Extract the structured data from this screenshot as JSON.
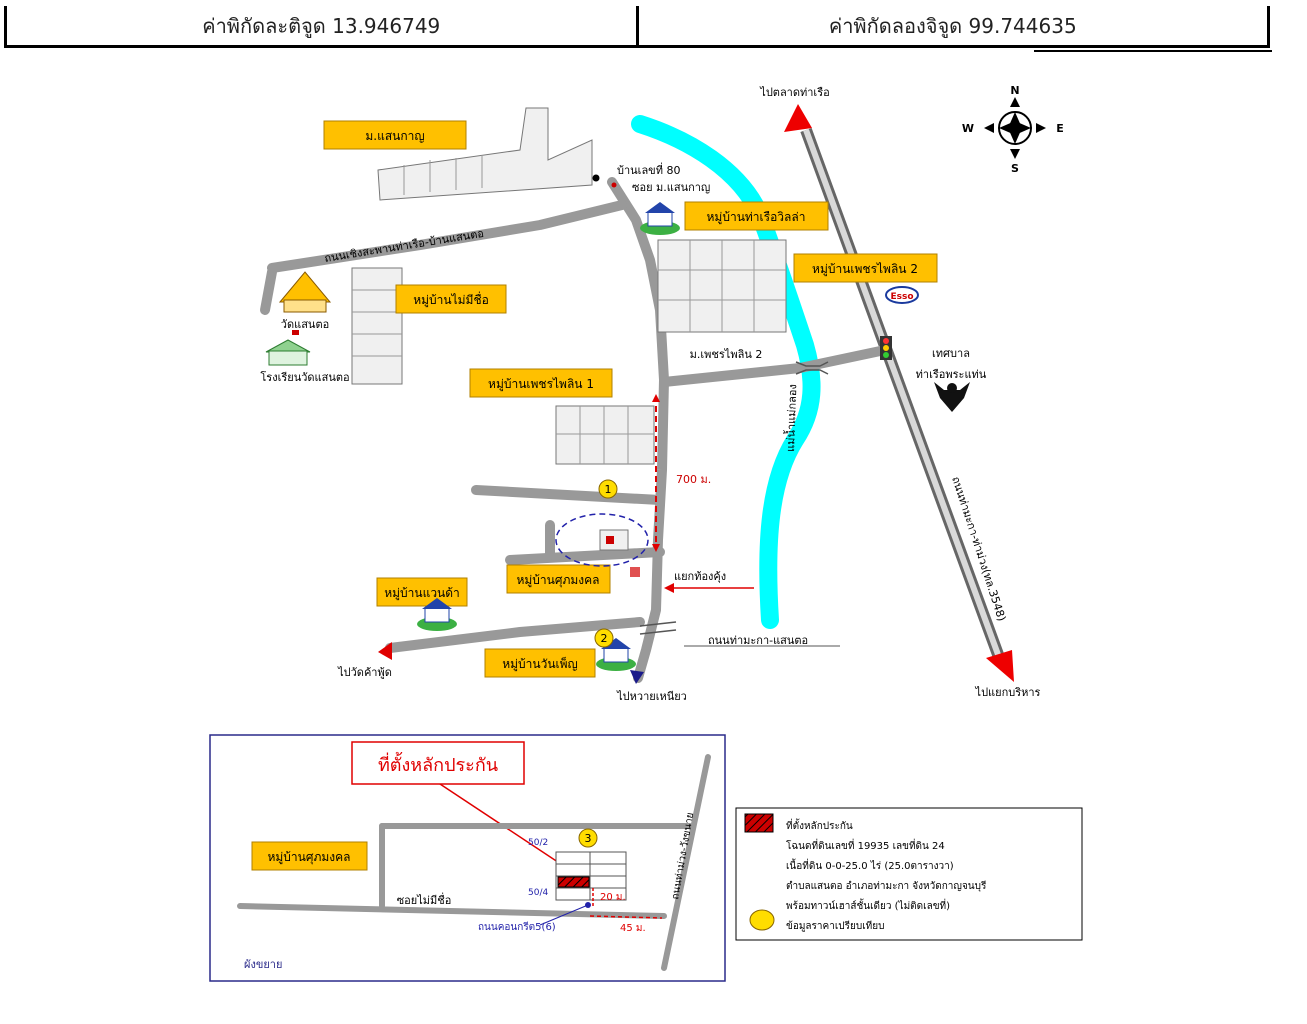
{
  "header": {
    "latitude_label": "ค่าพิกัดละติจูด 13.946749",
    "longitude_label": "ค่าพิกัดลองจิจูด 99.744635"
  },
  "compass": {
    "n": "N",
    "s": "S",
    "e": "E",
    "w": "W"
  },
  "map": {
    "places": {
      "mu_saenkanya": "ม.แสนกาญ",
      "mu_tharuevilla": "หมู่บ้านท่าเรือวิลล่า",
      "mu_petchpailin2": "หมู่บ้านเพชรไพลิน 2",
      "mu_maimeechue": "หมู่บ้านไม่มีชื่อ",
      "mu_petchpailin1": "หมู่บ้านเพชรไพลิน 1",
      "mu_sukmongkol": "หมู่บ้านศุภมงคล",
      "mu_waenda": "หมู่บ้านแวนด้า",
      "mu_wanpen": "หมู่บ้านวันเพ็ญ"
    },
    "labels": {
      "to_talad_tharuea": "ไปตลาดท่าเรือ",
      "house_80": "บ้านเลขที่ 80",
      "soi_saenkanya": "ซอย ม.แสนกาญ",
      "road_choeng_saphan": "ถนนเชิงสะพานท่าเรือ-บ้านแสนตอ",
      "wat_saento": "วัดแสนตอ",
      "school": "โรงเรียนวัดแสนตอ",
      "m_petchpailin2": "ม.เพชรไพลิน 2",
      "esso": "Esso",
      "municipality_line1": "เทศบาล",
      "municipality_line2": "ท่าเรือพระแท่น",
      "river": "แม่น้ำแม่กลอง",
      "highway": "ถนนท่ามะกา-ท่าม่วง(ทล.3548)",
      "distance_700": "700 ม.",
      "junction": "แยกท้องคุ้ง",
      "road_tamaka_saento": "ถนนท่ามะกา-แสนตอ",
      "to_wat_khaophut": "ไปวัดค้าพู้ด",
      "to_huai_nhiew": "ไปหวายเหนียว",
      "to_yaek_borihan": "ไปแยกบริหาร",
      "marker_1": "1",
      "marker_2": "2"
    }
  },
  "inset": {
    "title": "ที่ตั้งหลักประกัน",
    "village": "หมู่บ้านศุภมงคล",
    "soi": "ซอยไม่มีชื่อ",
    "road_right": "ถนนท่าม่วง-วังขนาย",
    "plot_top": "50/2",
    "plot_bottom": "50/4",
    "concrete_road": "ถนนคอนกรีต5(6)",
    "dist_20": "20 ม.",
    "dist_45": "45 ม.",
    "marker_3": "3",
    "caption": "ผังขยาย"
  },
  "legend": {
    "collateral": "ที่ตั้งหลักประกัน",
    "deed": "โฉนดที่ดินเลขที่ 19935 เลขที่ดิน 24",
    "area": "เนื้อที่ดิน 0-0-25.0 ไร่ (25.0ตารางวา)",
    "location": "ตำบลแสนตอ อำเภอท่ามะกา จังหวัดกาญจนบุรี",
    "building": "พร้อมทาวน์เฮาส์ชั้นเดียว (ไม่ติดเลขที่)",
    "compare": "ข้อมูลราคาเปรียบเทียบ"
  },
  "colors": {
    "road": "#999999",
    "label_bg": "#ffc000",
    "river": "#00ffff",
    "accent_red": "#e00000",
    "route_blue": "#2222aa"
  }
}
